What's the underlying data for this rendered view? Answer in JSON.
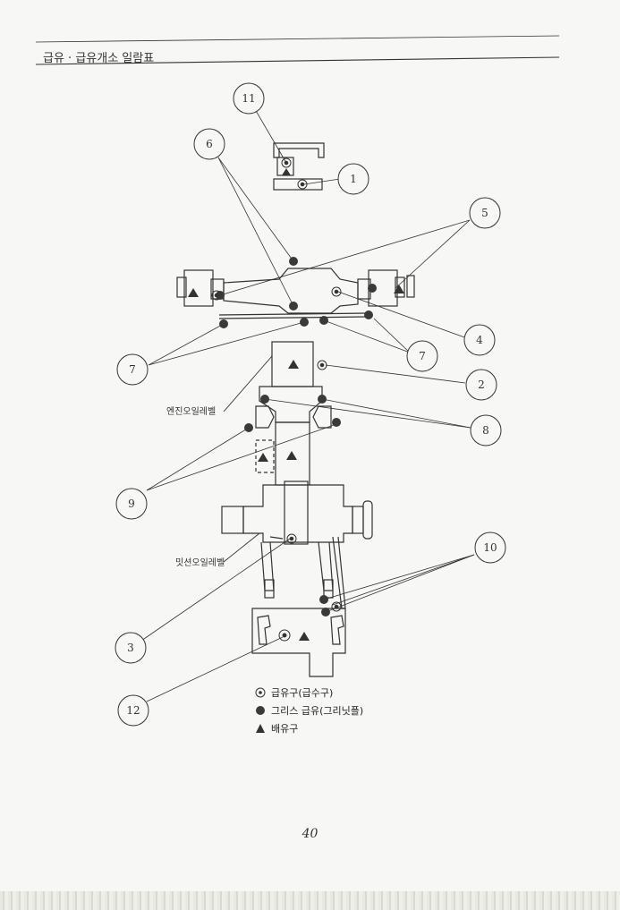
{
  "header": {
    "title": "급유 · 급유개소 일람표"
  },
  "labels": {
    "engine_oil_level": "엔진오일레벨",
    "transmission_oil_level": "밋션오일레벨"
  },
  "callouts": [
    "1",
    "2",
    "3",
    "4",
    "5",
    "6",
    "7",
    "8",
    "9",
    "10",
    "11",
    "12"
  ],
  "legend": {
    "fill_port": "급유구(급수구)",
    "grease": "그리스 급유(그리닛플)",
    "drain": "배유구"
  },
  "footer": {
    "page_number": "40"
  },
  "colors": {
    "ink": "#333333",
    "grease_dot": "#3a3a3a"
  }
}
